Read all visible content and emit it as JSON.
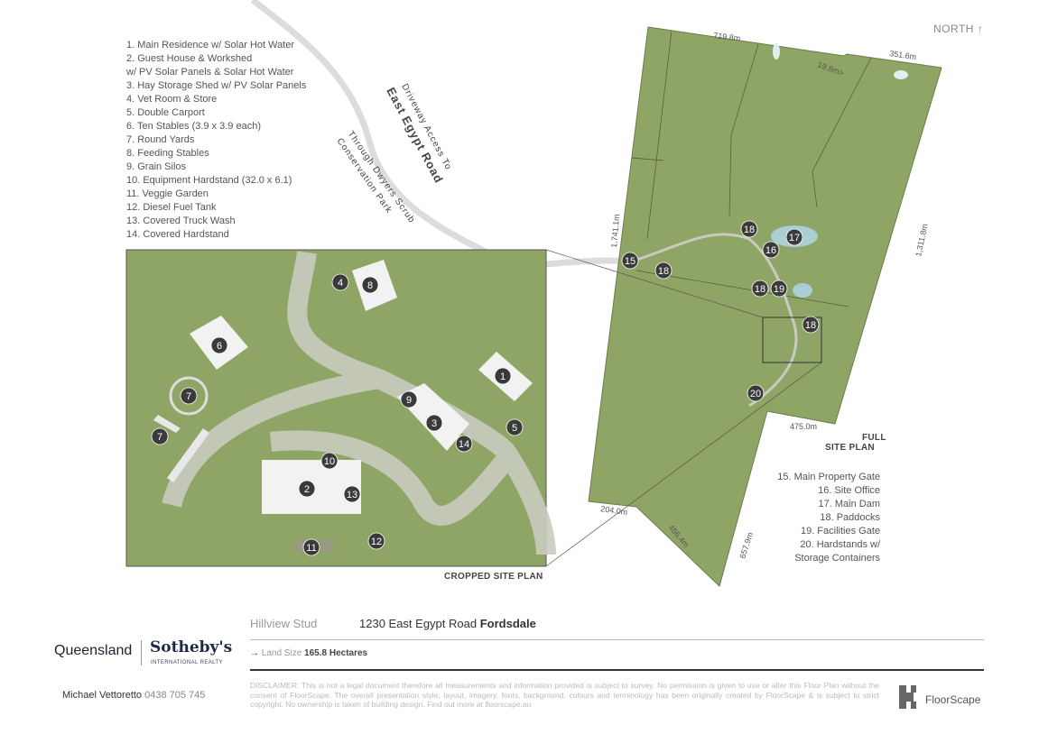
{
  "legend_cropped": [
    "1. Main Residence w/ Solar Hot Water",
    "2. Guest House & Workshed",
    "w/ PV Solar Panels & Solar Hot Water",
    "3. Hay Storage Shed w/ PV Solar Panels",
    "4. Vet Room & Store",
    "5. Double Carport",
    "6. Ten Stables (3.9 x 3.9 each)",
    "7. Round Yards",
    "8. Feeding Stables",
    "9. Grain Silos",
    "10. Equipment Hardstand (32.0 x 6.1)",
    "11. Veggie Garden",
    "12. Diesel Fuel Tank",
    "13. Covered Truck Wash",
    "14. Covered Hardstand"
  ],
  "legend_full": [
    "15. Main Property Gate",
    "16. Site Office",
    "17. Main Dam",
    "18. Paddocks",
    "19. Facilities Gate",
    "20. Hardstands w/",
    "Storage Containers"
  ],
  "north": "NORTH ↑",
  "road_labels": {
    "driveway_line1": "Driveway Access To",
    "driveway_line2": "East Egypt Road",
    "park_line1": "Through Dwyers Scrub",
    "park_line2": "Conservation Park"
  },
  "dimensions": [
    "719.8m",
    "19.8m>",
    "351.6m",
    "1,741.1m",
    "1,311.8m",
    "475.0m",
    "657.9m",
    "204.0m",
    "456.4m"
  ],
  "captions": {
    "cropped": "CROPPED SITE PLAN",
    "full_line1": "FULL",
    "full_line2": "SITE PLAN"
  },
  "markers_cropped": [
    "1",
    "2",
    "3",
    "4",
    "5",
    "6",
    "7",
    "7",
    "8",
    "9",
    "10",
    "11",
    "12",
    "13",
    "14"
  ],
  "markers_full": [
    "15",
    "16",
    "17",
    "18",
    "18",
    "18",
    "19",
    "18",
    "20"
  ],
  "info": {
    "property": "Hillview Stud",
    "address": "1230 East Egypt Road",
    "suburb": "Fordsdale",
    "land_label": "Land Size",
    "land_value": "165.8 Hectares",
    "arrow": "→"
  },
  "disclaimer": {
    "label": "DISCLAIMER:",
    "text": "This is not a legal document therefore all measurements and information provided is subject to survey. No permission is given to use or alter this Floor Plan without the consent of FloorScape. The overall presentation style, layout, imagery, fonts, background, colours and terminology has been originally created by FloorScape & is subject to strict copyright. No ownership is taken of building design. Find out more at floorscape.au"
  },
  "agency": {
    "name1": "Queensland",
    "name2": "Sotheby's",
    "sub": "INTERNATIONAL REALTY"
  },
  "agent": {
    "name": "Michael Vettoretto",
    "phone": "0438 705 745"
  },
  "brand": "FloorScape",
  "colors": {
    "grass": "#8fa565",
    "marker": "#3a3a3a",
    "water": "#a9cfd3",
    "road": "#c9cbbf"
  }
}
